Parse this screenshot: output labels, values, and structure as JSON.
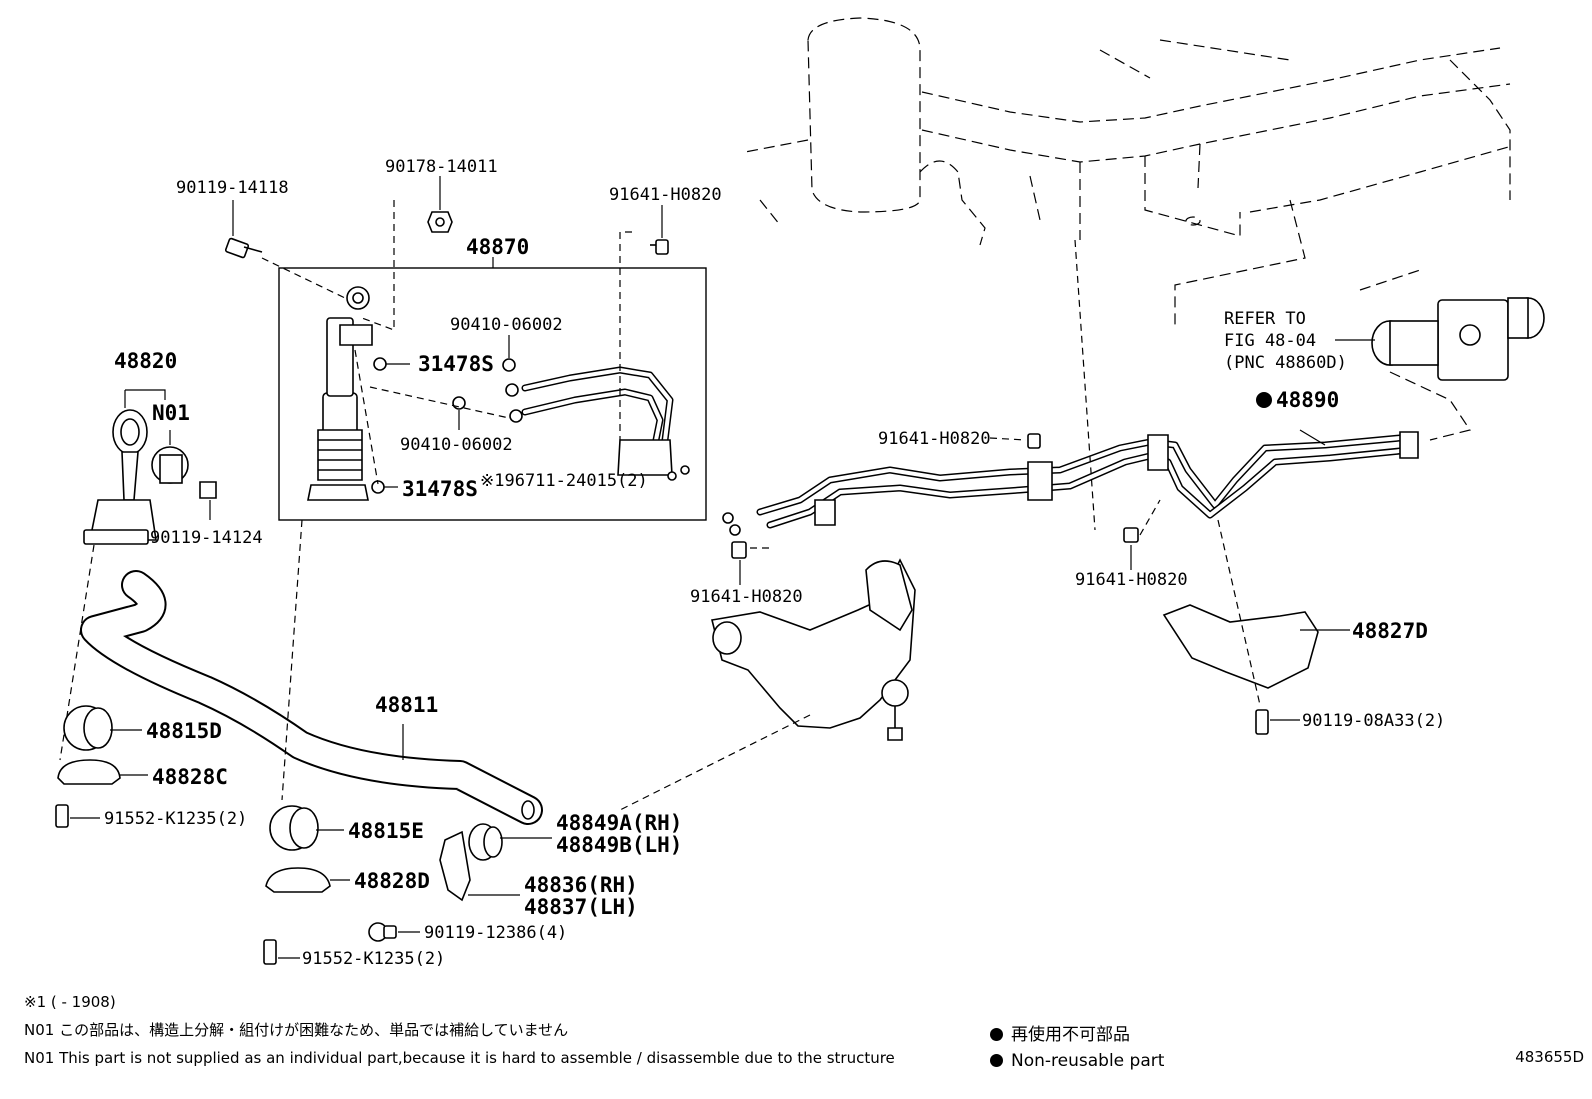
{
  "parts": {
    "p90119_14118": "90119-14118",
    "p90178_14011": "90178-14011",
    "p91641_H0820_top": "91641-H0820",
    "p48870": "48870",
    "p90410_06002_a": "90410-06002",
    "p31478S_a": "31478S",
    "p90410_06002_b": "90410-06002",
    "p31478S_b": "31478S",
    "p196711": "※196711-24015(2)",
    "p48820": "48820",
    "pN01": "N01",
    "p90119_14124": "90119-14124",
    "p91641_H0820_mid": "91641-H0820",
    "p91641_H0820_low": "91641-H0820",
    "p91641_H0820_right": "91641-H0820",
    "p48890": "48890",
    "refer1": "REFER TO",
    "refer2": "FIG 48-04",
    "refer3": "(PNC 48860D)",
    "p48827D": "48827D",
    "p90119_08A33": "90119-08A33(2)",
    "p48811": "48811",
    "p48815D": "48815D",
    "p48828C": "48828C",
    "p91552_K1235_a": "91552-K1235(2)",
    "p48815E": "48815E",
    "p48828D": "48828D",
    "p91552_K1235_b": "91552-K1235(2)",
    "p48849A": "48849A(RH)",
    "p48849B": "48849B(LH)",
    "p48836": "48836(RH)",
    "p48837": "48837(LH)",
    "p90119_12386": "90119-12386(4)"
  },
  "notes": {
    "line1": "※1 (        - 1908)",
    "line2": "N01 この部品は、構造上分解・組付けが困難なため、単品では補給していません",
    "line3": "N01 This part is not supplied as an individual part,because it is hard to assemble / disassemble due to the structure"
  },
  "legend": {
    "jp": "再使用不可部品",
    "en": "Non-reusable part"
  },
  "figure_id": "483655D"
}
